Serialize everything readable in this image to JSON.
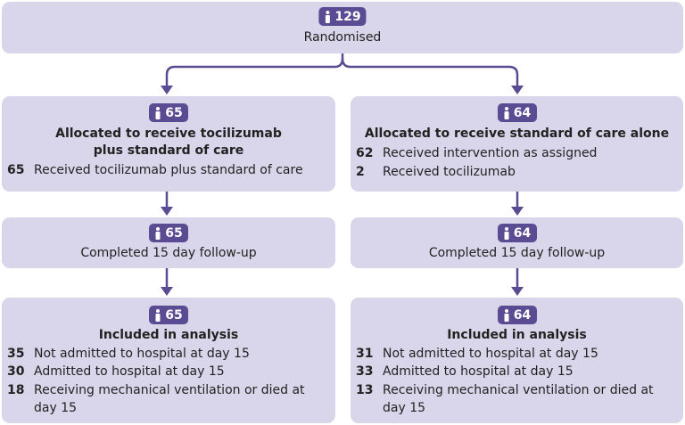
{
  "randomised": {
    "count": "129",
    "label": "Randomised"
  },
  "left": {
    "allocation": {
      "count": "65",
      "title_line1": "Allocated to receive tocilizumab",
      "title_line2": "plus standard of care",
      "rows": [
        {
          "n": "65",
          "text": "Received tocilizumab plus standard of care"
        }
      ]
    },
    "followup": {
      "count": "65",
      "label": "Completed 15 day follow-up"
    },
    "analysis": {
      "count": "65",
      "title": "Included in analysis",
      "rows": [
        {
          "n": "35",
          "text": "Not admitted to hospital at day 15"
        },
        {
          "n": "30",
          "text": "Admitted to hospital at day 15"
        },
        {
          "n": "18",
          "text": "Receiving mechanical ventilation or died at",
          "cont": "day 15"
        }
      ]
    }
  },
  "right": {
    "allocation": {
      "count": "64",
      "title_line1": "Allocated to receive standard of care alone",
      "rows": [
        {
          "n": "62",
          "text": "Received intervention as assigned"
        },
        {
          "n": "2",
          "text": "Received tocilizumab"
        }
      ]
    },
    "followup": {
      "count": "64",
      "label": "Completed 15 day follow-up"
    },
    "analysis": {
      "count": "64",
      "title": "Included in analysis",
      "rows": [
        {
          "n": "31",
          "text": "Not admitted to hospital at day 15"
        },
        {
          "n": "33",
          "text": "Admitted to hospital at day 15"
        },
        {
          "n": "13",
          "text": "Receiving mechanical ventilation or died at",
          "cont": "day 15"
        }
      ]
    }
  },
  "colors": {
    "box": "#d9d5ea",
    "accent": "#5b4b92",
    "text": "#222222"
  },
  "icons": {
    "badge": "person-icon"
  }
}
